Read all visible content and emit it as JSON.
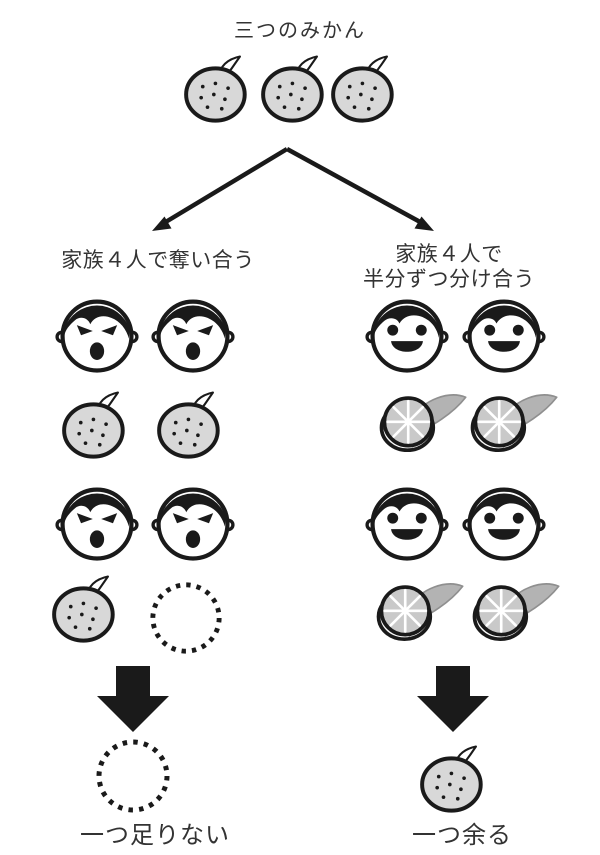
{
  "title": "三つのみかん",
  "top_group": {
    "orange_count": 3,
    "icon": "orange-icon"
  },
  "branch_left": {
    "label": "家族４人で奪い合う",
    "rows": [
      {
        "icons": [
          "angry-face-icon",
          "angry-face-icon"
        ]
      },
      {
        "icons": [
          "orange-icon",
          "orange-icon"
        ]
      },
      {
        "icons": [
          "angry-face-icon",
          "angry-face-icon"
        ]
      },
      {
        "icons": [
          "orange-icon",
          "dotted-circle-icon"
        ]
      }
    ],
    "result": {
      "icon": "dotted-circle-icon",
      "label": "一つ足りない"
    }
  },
  "branch_right": {
    "label_line1": "家族４人で",
    "label_line2": "半分ずつ分け合う",
    "rows": [
      {
        "icons": [
          "happy-face-icon",
          "happy-face-icon"
        ]
      },
      {
        "icons": [
          "half-orange-icon",
          "half-orange-icon"
        ]
      },
      {
        "icons": [
          "happy-face-icon",
          "happy-face-icon"
        ]
      },
      {
        "icons": [
          "half-orange-icon",
          "half-orange-icon"
        ]
      }
    ],
    "result": {
      "icon": "orange-icon",
      "label": "一つ余る"
    }
  },
  "icons": {
    "orange": "orange-icon",
    "half_orange": "half-orange-icon",
    "angry_face": "angry-face-icon",
    "happy_face": "happy-face-icon",
    "missing_orange": "dotted-circle-icon",
    "down_arrow": "down-arrow-icon",
    "split_arrows": "split-arrows-icon"
  },
  "colors": {
    "background": "#ffffff",
    "outline": "#1a1a1a",
    "orange_fill": "#d8d8d8",
    "half_orange_face": "#c9c9c9",
    "leaf_gray": "#b3b3b3",
    "text": "#333333"
  }
}
